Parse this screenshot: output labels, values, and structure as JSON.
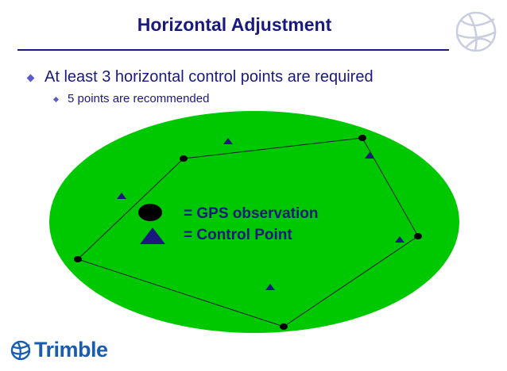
{
  "slide": {
    "title": "Horizontal Adjustment",
    "bullets": [
      {
        "text": "At least 3 horizontal control points are required",
        "sub_bullets": [
          {
            "text": "5 points are recommended"
          }
        ]
      }
    ]
  },
  "diagram": {
    "field_color": "#00c800",
    "traverse_color": "#1a1a2e",
    "gps_point_color": "#000000",
    "control_point_color": "#1a1a7e",
    "legend": {
      "gps_label": "= GPS observation",
      "control_label": "= Control Point"
    }
  },
  "branding": {
    "company_name": "Trimble",
    "brand_color": "#1a5db0",
    "logo_icon": "globe-icon"
  },
  "colors": {
    "title": "#1a1a7e",
    "bullet_marker": "#5a5ac8"
  }
}
